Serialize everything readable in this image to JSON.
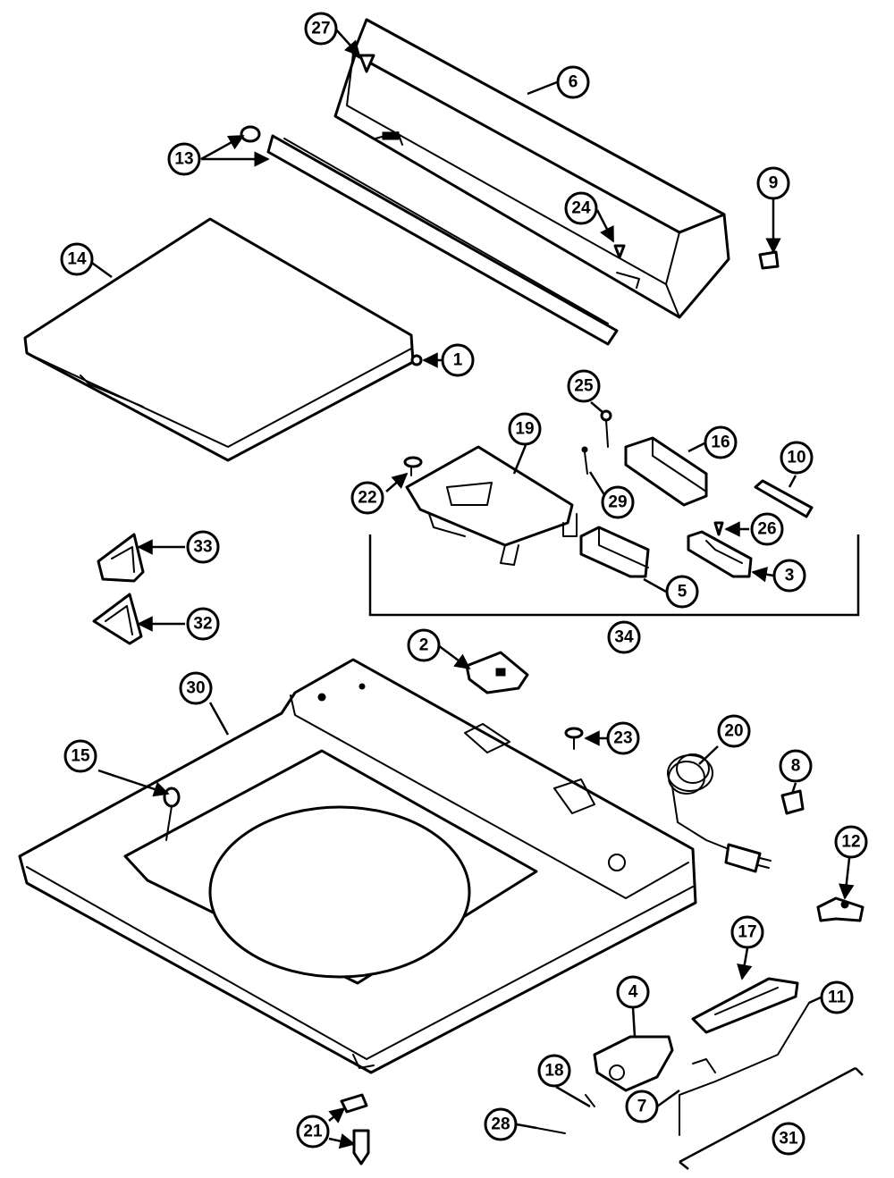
{
  "callouts": {
    "p1": "1",
    "p2": "2",
    "p3": "3",
    "p4": "4",
    "p5": "5",
    "p6": "6",
    "p7": "7",
    "p8": "8",
    "p9": "9",
    "p10": "10",
    "p11": "11",
    "p12": "12",
    "p13": "13",
    "p14": "14",
    "p15": "15",
    "p16": "16",
    "p17": "17",
    "p18": "18",
    "p19": "19",
    "p20": "20",
    "p21": "21",
    "p22": "22",
    "p23": "23",
    "p24": "24",
    "p25": "25",
    "p26": "26",
    "p27": "27",
    "p28": "28",
    "p29": "29",
    "p30": "30",
    "p31": "31",
    "p32": "32",
    "p33": "33",
    "p34": "34"
  },
  "colors": {
    "line": "#000000",
    "background": "#ffffff"
  }
}
